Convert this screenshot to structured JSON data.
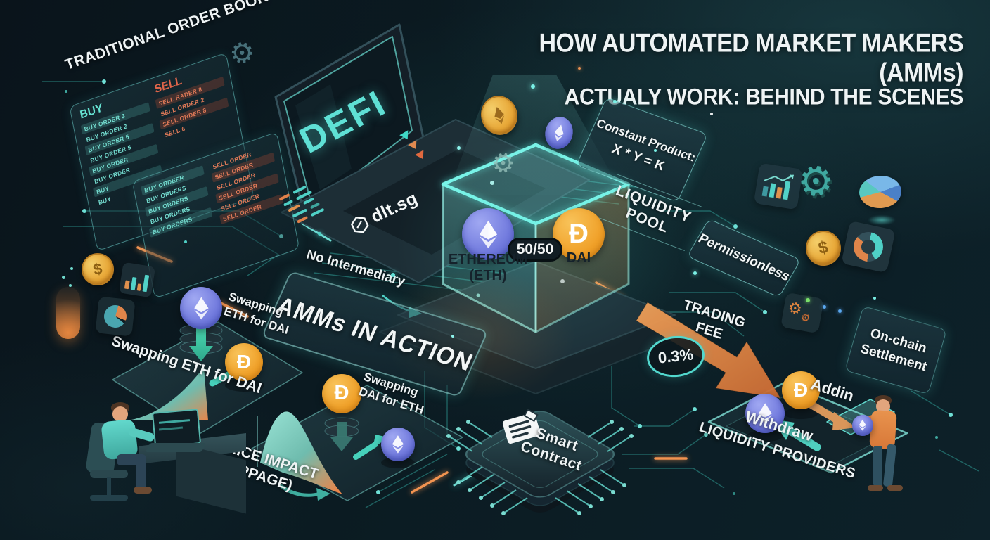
{
  "title": {
    "line1": "HOW AUTOMATED MARKET MAKERS (AMMs)",
    "line2": "ACTUALY WORK: BEHIND THE SCENES"
  },
  "order_book": {
    "title": "TRADITIONAL ORDER BOOK",
    "buy_header": "BUY",
    "sell_header": "SELL",
    "panel1_buy": [
      "BUY ORDER 3",
      "BUY ORDER 2",
      "BUY ORDER 5",
      "BUY ORDER 5",
      "BUY ORDER",
      "BUY ORDER",
      "BUY",
      "BUY"
    ],
    "panel1_sell": [
      "SELL RADER 8",
      "SELL ORDER 2",
      "SELL ORDER 8",
      "SELL 6"
    ],
    "panel2_buy": [
      "BUY ORDEER",
      "BUY ORDERS",
      "BUY ORDERS",
      "BUY ORDERS",
      "BUY ORDERS"
    ],
    "panel2_sell": [
      "SELL ORDER",
      "SELL ORDER",
      "SELL ORDER",
      "SELL ORDER",
      "SELL ORDER",
      "SELL ORDER"
    ]
  },
  "monitor": {
    "screen_label": "DEFI",
    "brand": "dlt.sg"
  },
  "pool": {
    "formula_line1": "Constant Product:",
    "formula_line2": "X * Y = K",
    "label_line1": "LIQUIDITY",
    "label_line2": "POOL",
    "eth_name": "ETHEREUM",
    "eth_ticker": "(ETH)",
    "dai_name": "DAI",
    "ratio": "50/50"
  },
  "callouts": {
    "no_intermediary": "No Intermediary",
    "amms_in_action": "AMMs IN ACTION",
    "permissionless": "Permissionless",
    "onchain_line1": "On-chain",
    "onchain_line2": "Settlement",
    "trading_fee_line1": "TRADING",
    "trading_fee_line2": "FEE",
    "trading_fee_value": "0.3%"
  },
  "swaps": {
    "eth_to_dai_line1": "Swapping",
    "eth_to_dai_line2": "ETH for DAI",
    "eth_to_dai_full": "Swapping ETH for DAI",
    "dai_to_eth_line1": "Swapping",
    "dai_to_eth_line2": "DAI for ETH",
    "price_impact_line1": "PRICE IMPACT",
    "price_impact_line2": "(SLIPPAGE)"
  },
  "smart_contract": {
    "line1": "Smart",
    "line2": "Contract"
  },
  "providers": {
    "title": "LIQUIDITY PROVIDERS",
    "add_label": "Addin",
    "withdraw_label": "Withdraw"
  },
  "symbols": {
    "dai": "Đ",
    "dollar": "$"
  },
  "colors": {
    "teal": "#4fd6cb",
    "orange": "#e8914e",
    "eth_purple": "#7b84e4",
    "dai_orange": "#f2a93b",
    "sell_red": "#e0714f",
    "background": "#0b1920"
  }
}
